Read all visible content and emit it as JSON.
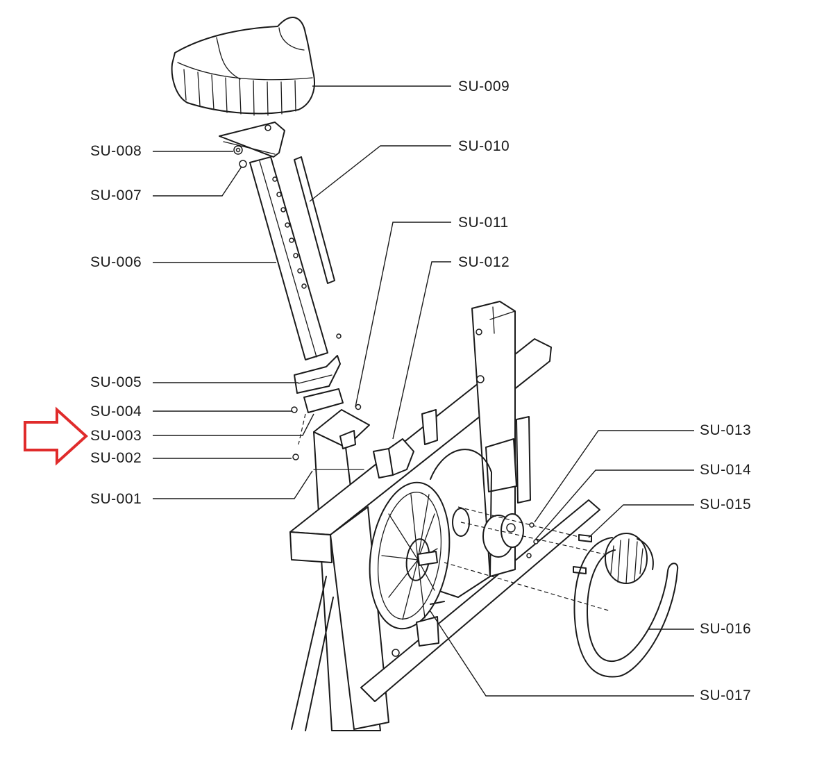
{
  "labels": {
    "su001": "SU-001",
    "su002": "SU-002",
    "su003": "SU-003",
    "su004": "SU-004",
    "su005": "SU-005",
    "su006": "SU-006",
    "su007": "SU-007",
    "su008": "SU-008",
    "su009": "SU-009",
    "su010": "SU-010",
    "su011": "SU-011",
    "su012": "SU-012",
    "su013": "SU-013",
    "su014": "SU-014",
    "su015": "SU-015",
    "su016": "SU-016",
    "su017": "SU-017"
  },
  "highlight": {
    "target": "SU-003",
    "arrow_color": "#e02b2b"
  }
}
